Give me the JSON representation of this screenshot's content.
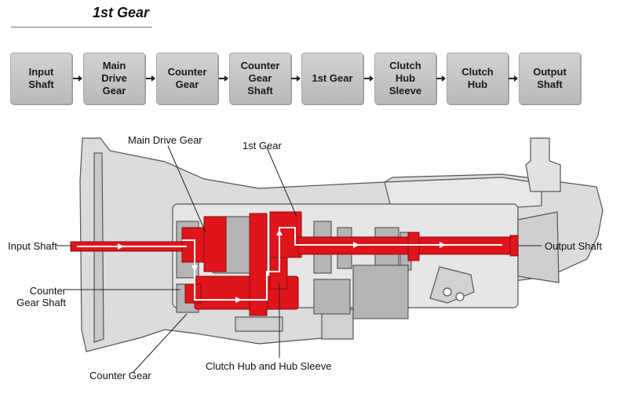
{
  "title": "1st Gear",
  "flow_steps": [
    "Input\nShaft",
    "Main\nDrive\nGear",
    "Counter\nGear",
    "Counter\nGear\nShaft",
    "1st Gear",
    "Clutch\nHub\nSleeve",
    "Clutch\nHub",
    "Output\nShaft"
  ],
  "labels": {
    "main_drive_gear": "Main Drive Gear",
    "first_gear": "1st Gear",
    "input_shaft": "Input Shaft",
    "output_shaft": "Output Shaft",
    "counter_gear_shaft": "Counter\nGear Shaft",
    "counter_gear": "Counter Gear",
    "clutch_hub_sleeve": "Clutch Hub and Hub Sleeve"
  },
  "colors": {
    "power_path": "#e0141b",
    "housing": "#d9d9d9",
    "outline": "#555555"
  }
}
